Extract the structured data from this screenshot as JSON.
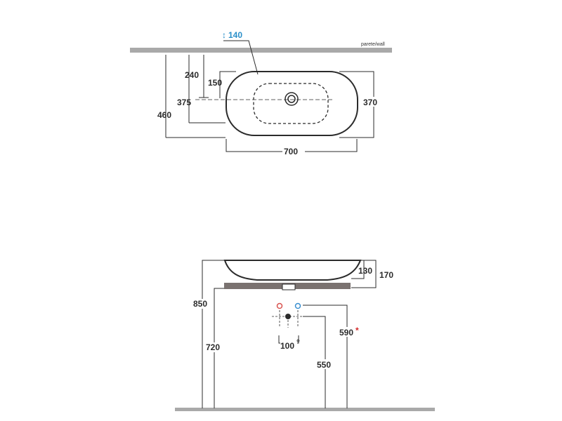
{
  "top_view": {
    "wall_label": "parete/wall",
    "drain_dim": "140",
    "dims": {
      "d240": "240",
      "d150": "150",
      "d375": "375",
      "d460": "460",
      "d370": "370",
      "d700": "700"
    }
  },
  "side_view": {
    "dims": {
      "d130": "130",
      "d170": "170",
      "d850": "850",
      "d720": "720",
      "d100": "100",
      "d550": "550",
      "d590": "590"
    },
    "asterisk": "*"
  },
  "colors": {
    "line": "#2b2b2b",
    "wall": "#a9a9a9",
    "shelf": "#7a7270",
    "hot": "#d9534f",
    "cold": "#3a8fd0",
    "accent_blue": "#2a8fc9",
    "asterisk_red": "#d42a2a"
  }
}
